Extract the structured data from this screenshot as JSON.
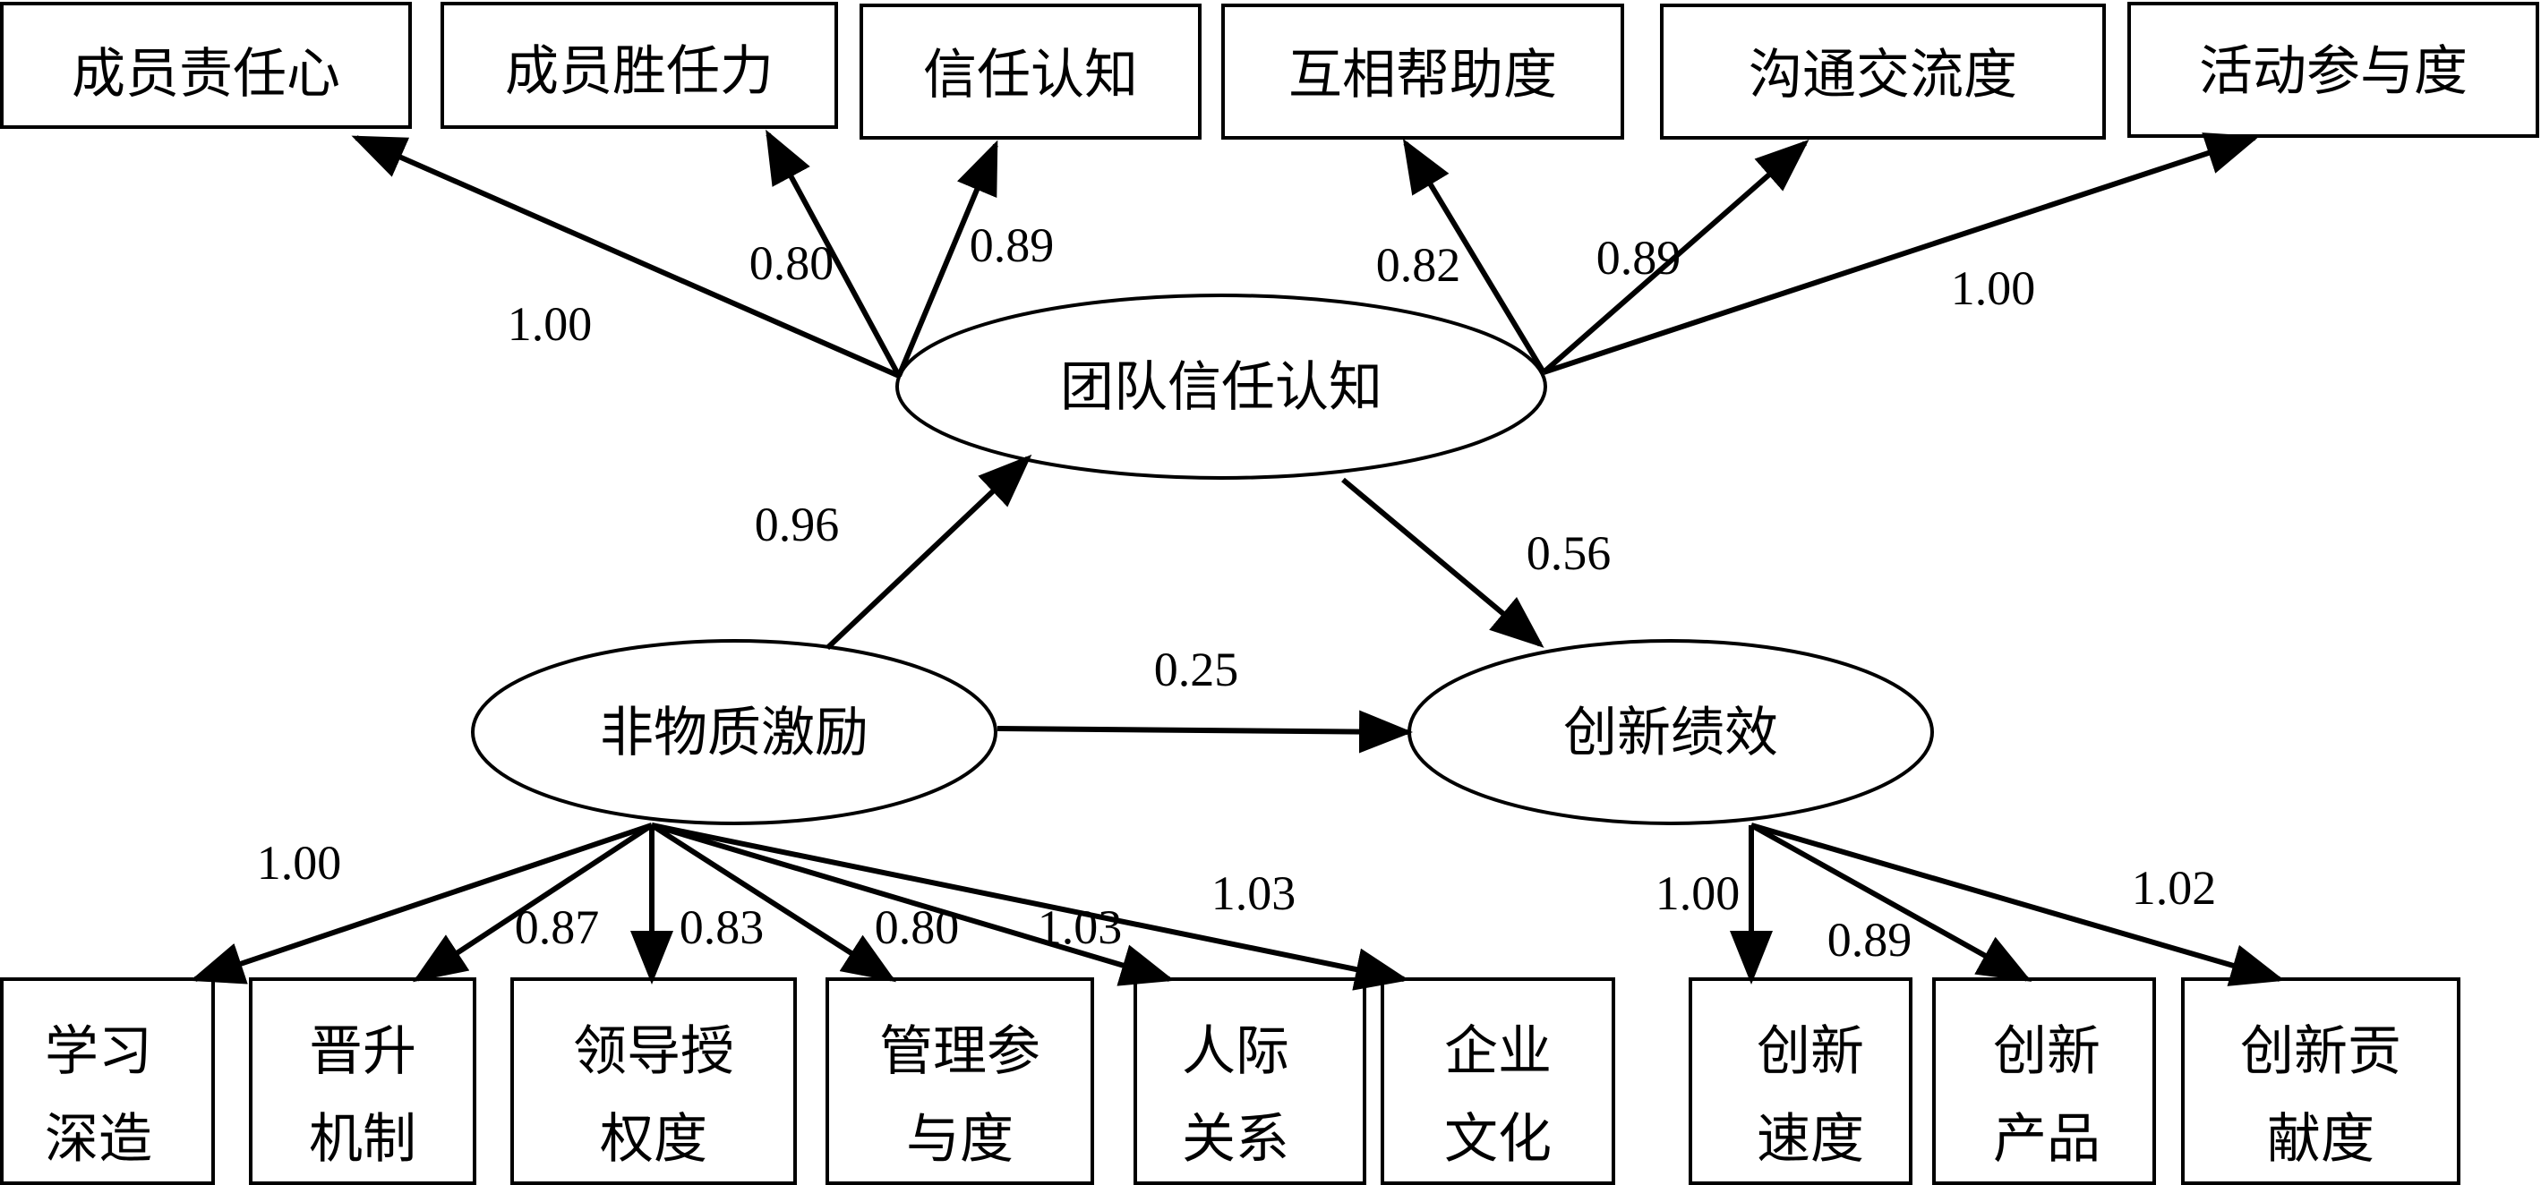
{
  "colors": {
    "stroke": "#000000",
    "fill": "#ffffff"
  },
  "latent": {
    "trust": "团队信任认知",
    "motivation": "非物质激励",
    "performance": "创新绩效"
  },
  "indicators": {
    "trust": [
      "成员责任心",
      "成员胜任力",
      "信任认知",
      "互相帮助度",
      "沟通交流度",
      "活动参与度"
    ],
    "motivation": [
      [
        "学习",
        "深造"
      ],
      [
        "晋升",
        "机制"
      ],
      [
        "领导授",
        "权度"
      ],
      [
        "管理参",
        "与度"
      ],
      [
        "人际",
        "关系"
      ],
      [
        "企业",
        "文化"
      ]
    ],
    "performance": [
      [
        "创新",
        "速度"
      ],
      [
        "创新",
        "产品"
      ],
      [
        "创新贡",
        "献度"
      ]
    ]
  },
  "loadings": {
    "trust": [
      "1.00",
      "0.80",
      "0.89",
      "0.82",
      "0.89",
      "1.00"
    ],
    "motivation": [
      "1.00",
      "0.87",
      "0.83",
      "0.80",
      "1.03",
      "1.03"
    ],
    "performance": [
      "1.00",
      "0.89",
      "1.02"
    ]
  },
  "paths": {
    "motivation_to_trust": "0.96",
    "trust_to_performance": "0.56",
    "motivation_to_performance": "0.25"
  }
}
